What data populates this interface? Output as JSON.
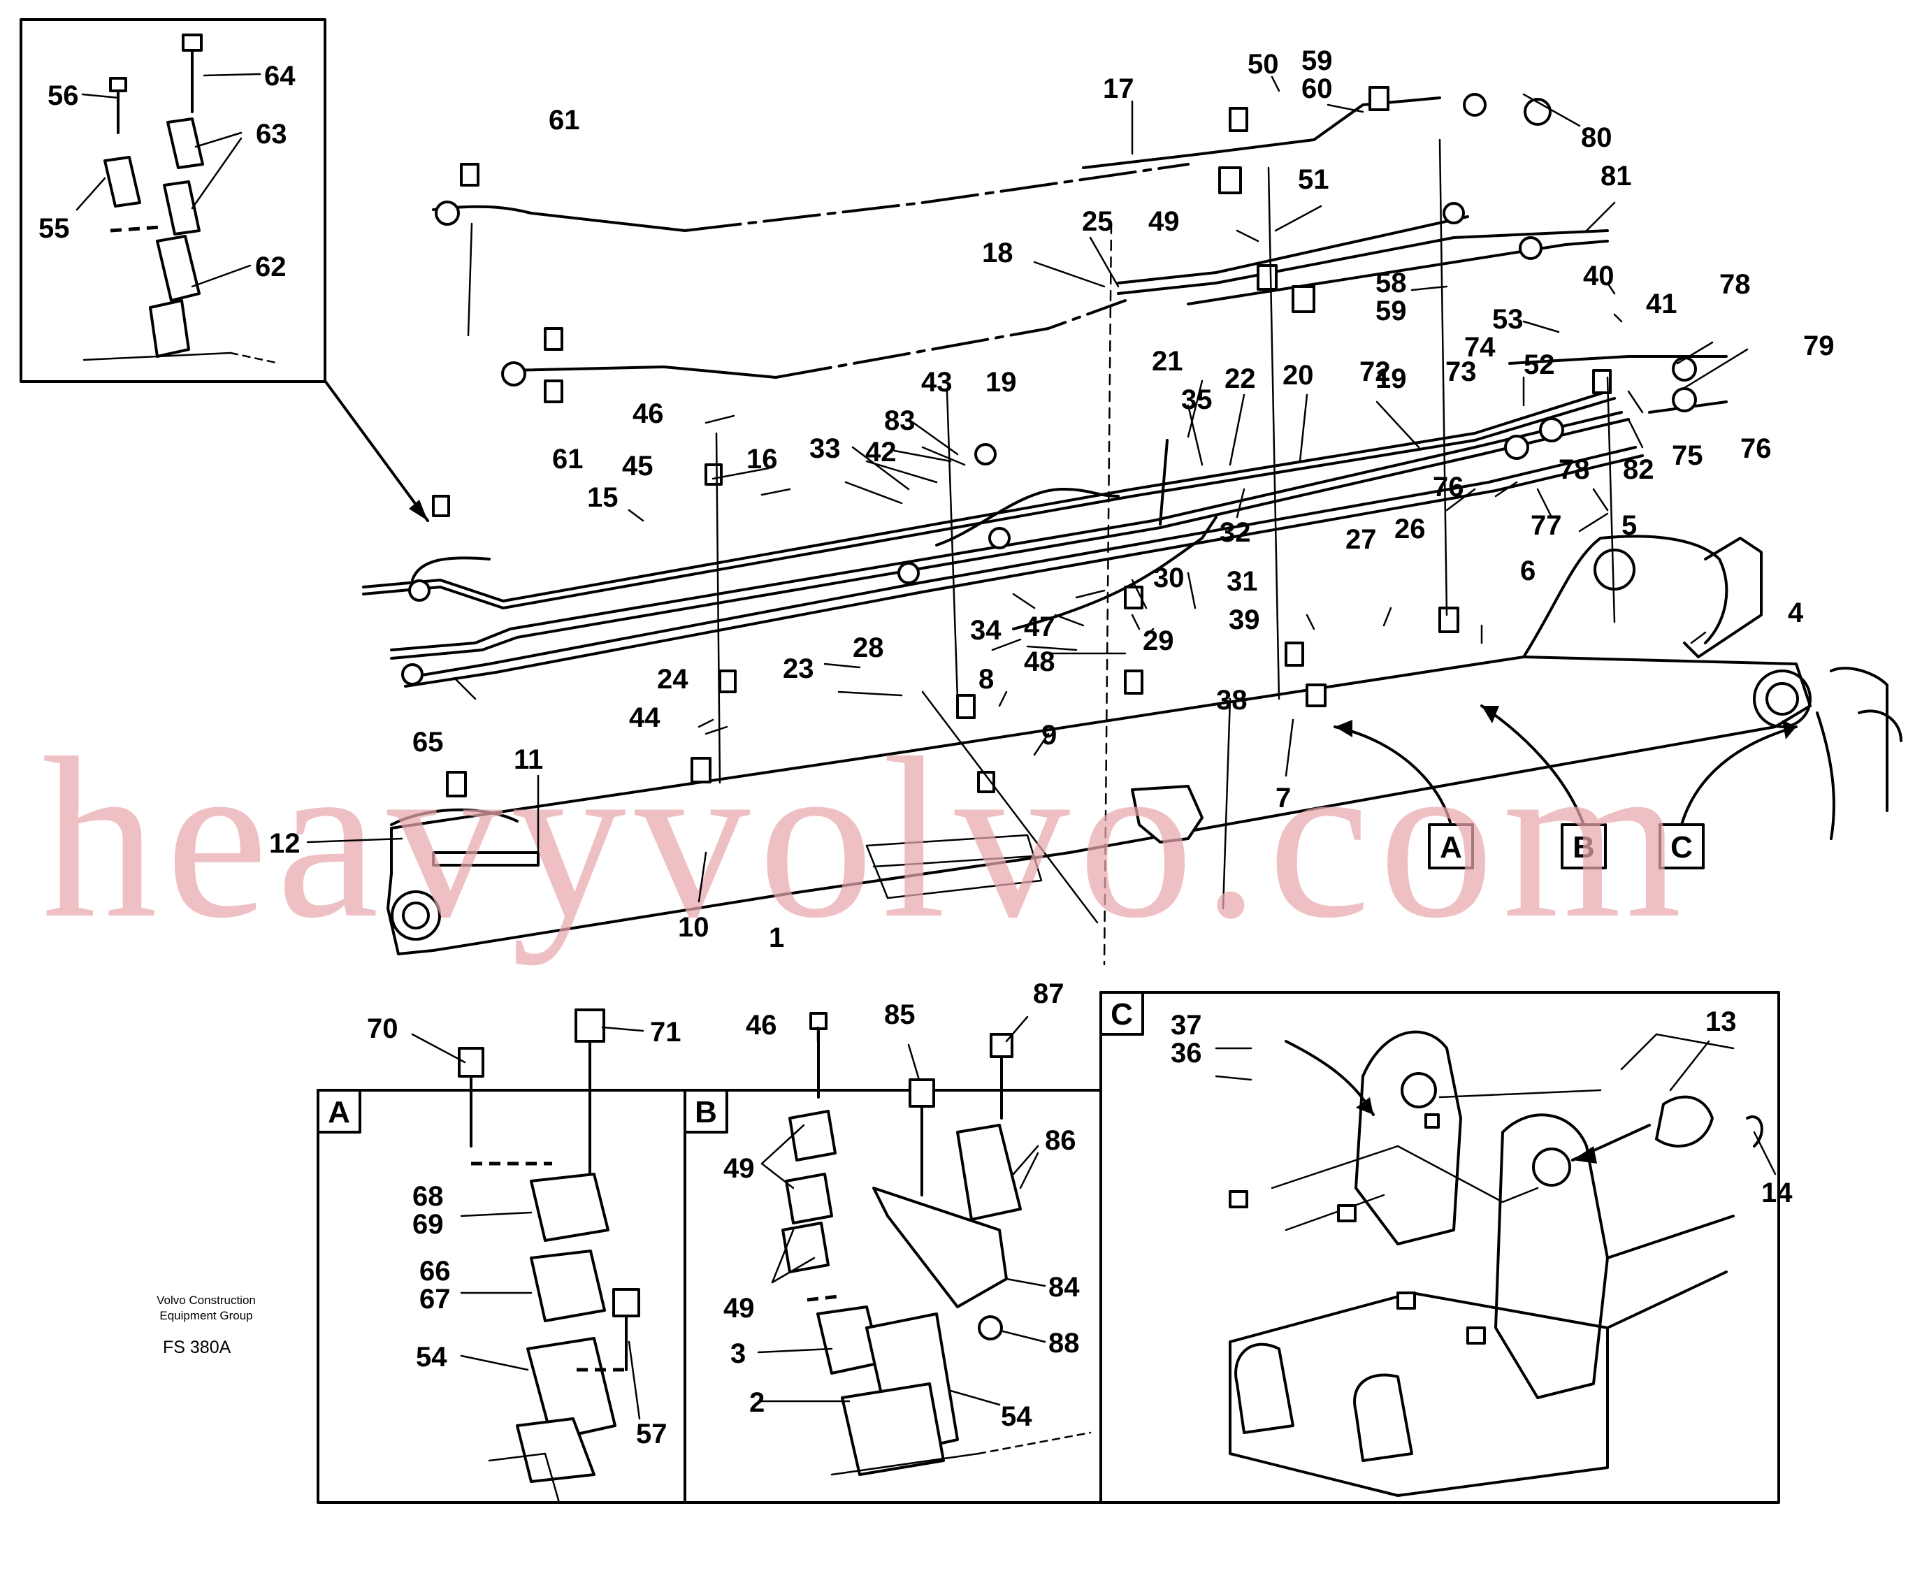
{
  "caption": {
    "org_line1": "Volvo Construction",
    "org_line2": "Equipment Group",
    "figure_id": "FS 380A"
  },
  "watermark": "heavyvolvo.com",
  "views": {
    "A": "A",
    "B": "B",
    "C": "C"
  },
  "callouts": [
    {
      "id": "c56",
      "text": "56"
    },
    {
      "id": "c64",
      "text": "64"
    },
    {
      "id": "c63",
      "text": "63"
    },
    {
      "id": "c55",
      "text": "55"
    },
    {
      "id": "c62",
      "text": "62"
    },
    {
      "id": "c61a",
      "text": "61"
    },
    {
      "id": "c61b",
      "text": "61"
    },
    {
      "id": "c17",
      "text": "17"
    },
    {
      "id": "c50",
      "text": "50"
    },
    {
      "id": "c59a",
      "text": "59"
    },
    {
      "id": "c60",
      "text": "60"
    },
    {
      "id": "c80",
      "text": "80"
    },
    {
      "id": "c81",
      "text": "81"
    },
    {
      "id": "c51",
      "text": "51"
    },
    {
      "id": "c49a",
      "text": "49"
    },
    {
      "id": "c25",
      "text": "25"
    },
    {
      "id": "c18",
      "text": "18"
    },
    {
      "id": "c58",
      "text": "58"
    },
    {
      "id": "c59b",
      "text": "59"
    },
    {
      "id": "c40",
      "text": "40"
    },
    {
      "id": "c41",
      "text": "41"
    },
    {
      "id": "c53",
      "text": "53"
    },
    {
      "id": "c78a",
      "text": "78"
    },
    {
      "id": "c79",
      "text": "79"
    },
    {
      "id": "c74",
      "text": "74"
    },
    {
      "id": "c52",
      "text": "52"
    },
    {
      "id": "c72",
      "text": "72"
    },
    {
      "id": "c73",
      "text": "73"
    },
    {
      "id": "c21",
      "text": "21"
    },
    {
      "id": "c22",
      "text": "22"
    },
    {
      "id": "c20",
      "text": "20"
    },
    {
      "id": "c19a",
      "text": "19"
    },
    {
      "id": "c19b",
      "text": "19"
    },
    {
      "id": "c43",
      "text": "43"
    },
    {
      "id": "c46a",
      "text": "46"
    },
    {
      "id": "c83",
      "text": "83"
    },
    {
      "id": "c35",
      "text": "35"
    },
    {
      "id": "c76a",
      "text": "76"
    },
    {
      "id": "c75",
      "text": "75"
    },
    {
      "id": "c82",
      "text": "82"
    },
    {
      "id": "c78b",
      "text": "78"
    },
    {
      "id": "c76b",
      "text": "76"
    },
    {
      "id": "c45",
      "text": "45"
    },
    {
      "id": "c33",
      "text": "33"
    },
    {
      "id": "c42",
      "text": "42"
    },
    {
      "id": "c16",
      "text": "16"
    },
    {
      "id": "c15",
      "text": "15"
    },
    {
      "id": "c32",
      "text": "32"
    },
    {
      "id": "c77",
      "text": "77"
    },
    {
      "id": "c26",
      "text": "26"
    },
    {
      "id": "c27",
      "text": "27"
    },
    {
      "id": "c5",
      "text": "5"
    },
    {
      "id": "c30",
      "text": "30"
    },
    {
      "id": "c31",
      "text": "31"
    },
    {
      "id": "c6",
      "text": "6"
    },
    {
      "id": "c34",
      "text": "34"
    },
    {
      "id": "c47",
      "text": "47"
    },
    {
      "id": "c39",
      "text": "39"
    },
    {
      "id": "c4",
      "text": "4"
    },
    {
      "id": "c28",
      "text": "28"
    },
    {
      "id": "c29",
      "text": "29"
    },
    {
      "id": "c23",
      "text": "23"
    },
    {
      "id": "c48",
      "text": "48"
    },
    {
      "id": "c24",
      "text": "24"
    },
    {
      "id": "c38",
      "text": "38"
    },
    {
      "id": "c8",
      "text": "8"
    },
    {
      "id": "c44",
      "text": "44"
    },
    {
      "id": "c65",
      "text": "65"
    },
    {
      "id": "c9",
      "text": "9"
    },
    {
      "id": "c7",
      "text": "7"
    },
    {
      "id": "c11",
      "text": "11"
    },
    {
      "id": "c12",
      "text": "12"
    },
    {
      "id": "c10",
      "text": "10"
    },
    {
      "id": "c1",
      "text": "1"
    },
    {
      "id": "c70",
      "text": "70"
    },
    {
      "id": "c71",
      "text": "71"
    },
    {
      "id": "c46b",
      "text": "46"
    },
    {
      "id": "c85",
      "text": "85"
    },
    {
      "id": "c87",
      "text": "87"
    },
    {
      "id": "c37",
      "text": "37"
    },
    {
      "id": "c36",
      "text": "36"
    },
    {
      "id": "c13",
      "text": "13"
    },
    {
      "id": "c14",
      "text": "14"
    },
    {
      "id": "c86",
      "text": "86"
    },
    {
      "id": "c68",
      "text": "68"
    },
    {
      "id": "c69",
      "text": "69"
    },
    {
      "id": "c49b",
      "text": "49"
    },
    {
      "id": "c66",
      "text": "66"
    },
    {
      "id": "c67",
      "text": "67"
    },
    {
      "id": "c84",
      "text": "84"
    },
    {
      "id": "c49c",
      "text": "49"
    },
    {
      "id": "c54a",
      "text": "54"
    },
    {
      "id": "c3",
      "text": "3"
    },
    {
      "id": "c88",
      "text": "88"
    },
    {
      "id": "c2",
      "text": "2"
    },
    {
      "id": "c54b",
      "text": "54"
    },
    {
      "id": "c57",
      "text": "57"
    }
  ]
}
